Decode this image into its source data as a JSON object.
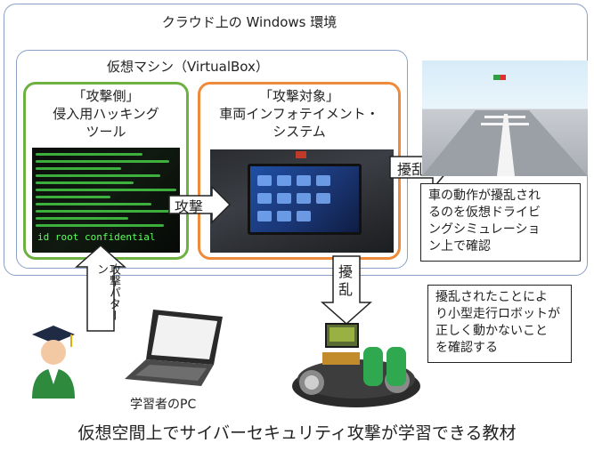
{
  "cloud": {
    "title": "クラウド上の Windows 環境"
  },
  "vm": {
    "title": "仮想マシン（VirtualBox）"
  },
  "attacker": {
    "line1": "「攻撃側」",
    "line2": "侵入用ハッキング",
    "line3": "ツール",
    "screen_text": "id root confidential"
  },
  "target": {
    "line1": "「攻撃対象」",
    "line2": "車両インフォテイメント・",
    "line3": "システム"
  },
  "arrows": {
    "attack": "攻撃",
    "disrupt_right": "擾乱",
    "disrupt_down_1": "擾",
    "disrupt_down_2": "乱",
    "pattern": "攻撃パターン"
  },
  "sim_note": {
    "line1": "車の動作が擾乱され",
    "line2": "るのを仮想ドライビ",
    "line3": "ングシミュレーショ",
    "line4": "ン上で確認"
  },
  "robot_note": {
    "line1": "擾乱されたことによ",
    "line2": "り小型走行ロボットが",
    "line3": "正しく動かないこと",
    "line4": "を確認する"
  },
  "learner": {
    "label": "学習者のPC"
  },
  "caption": "仮想空間上でサイバーセキュリティ攻撃が学習できる教材",
  "colors": {
    "attacker_border": "#6fb043",
    "target_border": "#ef8a3a",
    "frame": "#8aa0c8"
  }
}
